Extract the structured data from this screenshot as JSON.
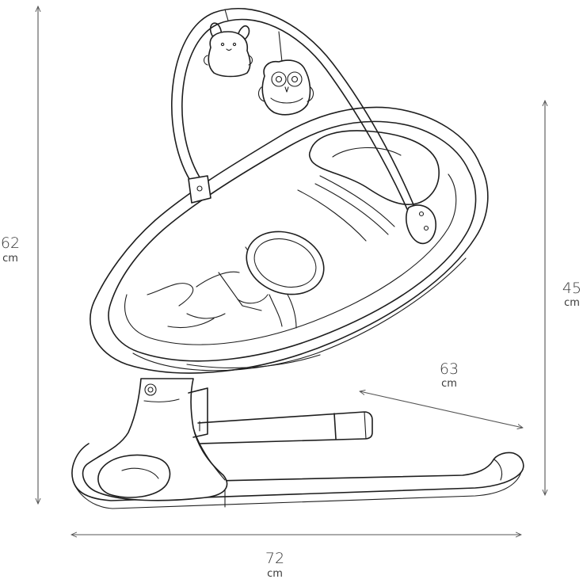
{
  "dimensions": {
    "height": {
      "value": "62",
      "unit": "cm"
    },
    "seat_height": {
      "value": "45",
      "unit": "cm"
    },
    "depth": {
      "value": "63",
      "unit": "cm"
    },
    "width": {
      "value": "72",
      "unit": "cm"
    }
  },
  "colors": {
    "ink": "#1e1e1e",
    "dimension_text": "#3a3a3a",
    "background": "#ffffff"
  }
}
